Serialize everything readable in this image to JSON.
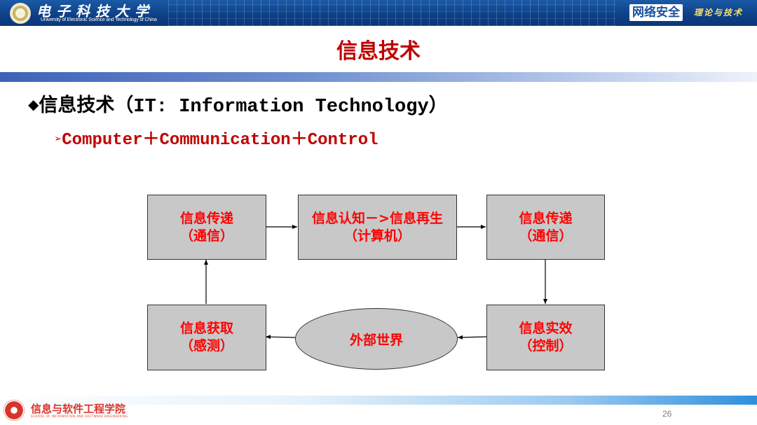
{
  "header": {
    "university_cn": "电子科技大学",
    "university_en": "University of Electronic Science and Technology of China",
    "course_title": "网络安全",
    "course_subtitle": "理论与技术"
  },
  "slide": {
    "title": "信息技术",
    "bullet1_cn": "信息技术",
    "bullet1_paren_open": "（",
    "bullet1_en": "IT: Information Technology",
    "bullet1_paren_close": "）",
    "bullet2": "Computer＋Communication＋Control",
    "page_number": "26"
  },
  "diagram": {
    "nodes": {
      "transfer_left": [
        "信息传递",
        "（通信）"
      ],
      "cognition": [
        "信息认知－>信息再生",
        "（计算机）"
      ],
      "transfer_right": [
        "信息传递",
        "（通信）"
      ],
      "acquire": [
        "信息获取",
        "（感测）"
      ],
      "outside_world": "外部世界",
      "effect": [
        "信息实效",
        "（控制）"
      ]
    }
  },
  "footer": {
    "school_cn": "信息与软件工程学院",
    "school_en": "SCHOOL OF INFORMATION AND SOFTWARE ENGINEERING"
  },
  "colors": {
    "title_red": "#c00000",
    "node_text": "#ff0000",
    "node_fill": "#c8c8c8",
    "banner_blue": "#0d3f86"
  }
}
